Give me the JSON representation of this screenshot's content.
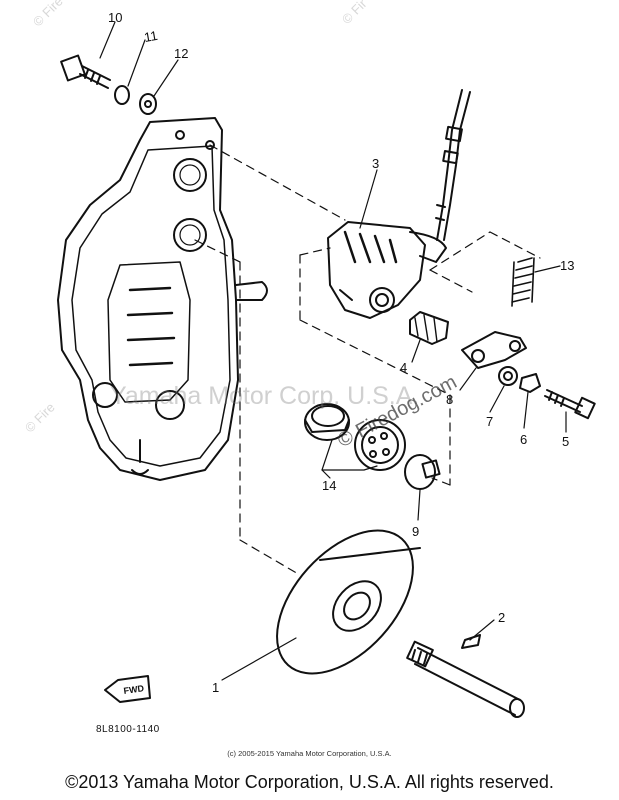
{
  "diagram": {
    "callouts": [
      {
        "id": "10",
        "label": "10"
      },
      {
        "id": "11",
        "label": "11"
      },
      {
        "id": "12",
        "label": "12"
      },
      {
        "id": "3",
        "label": "3"
      },
      {
        "id": "13",
        "label": "13"
      },
      {
        "id": "4",
        "label": "4"
      },
      {
        "id": "8",
        "label": "8"
      },
      {
        "id": "7",
        "label": "7"
      },
      {
        "id": "6",
        "label": "6"
      },
      {
        "id": "5",
        "label": "5"
      },
      {
        "id": "14",
        "label": "14"
      },
      {
        "id": "9",
        "label": "9"
      },
      {
        "id": "2",
        "label": "2"
      },
      {
        "id": "1",
        "label": "1"
      }
    ],
    "front_arrow_label": "FWD",
    "drawing_code": "8L8100-1140"
  },
  "watermarks": {
    "corner_left": "© Fire",
    "corner_right": "© Fir",
    "side_left": "© Fire",
    "center": "Yamaha Motor Corp. U.S.A.",
    "firedog": "© Firedog.com"
  },
  "copyright_small": "(c) 2005-2015 Yamaha Motor Corporation, U.S.A.",
  "footer": "©2013 Yamaha Motor Corporation, U.S.A. All rights reserved."
}
